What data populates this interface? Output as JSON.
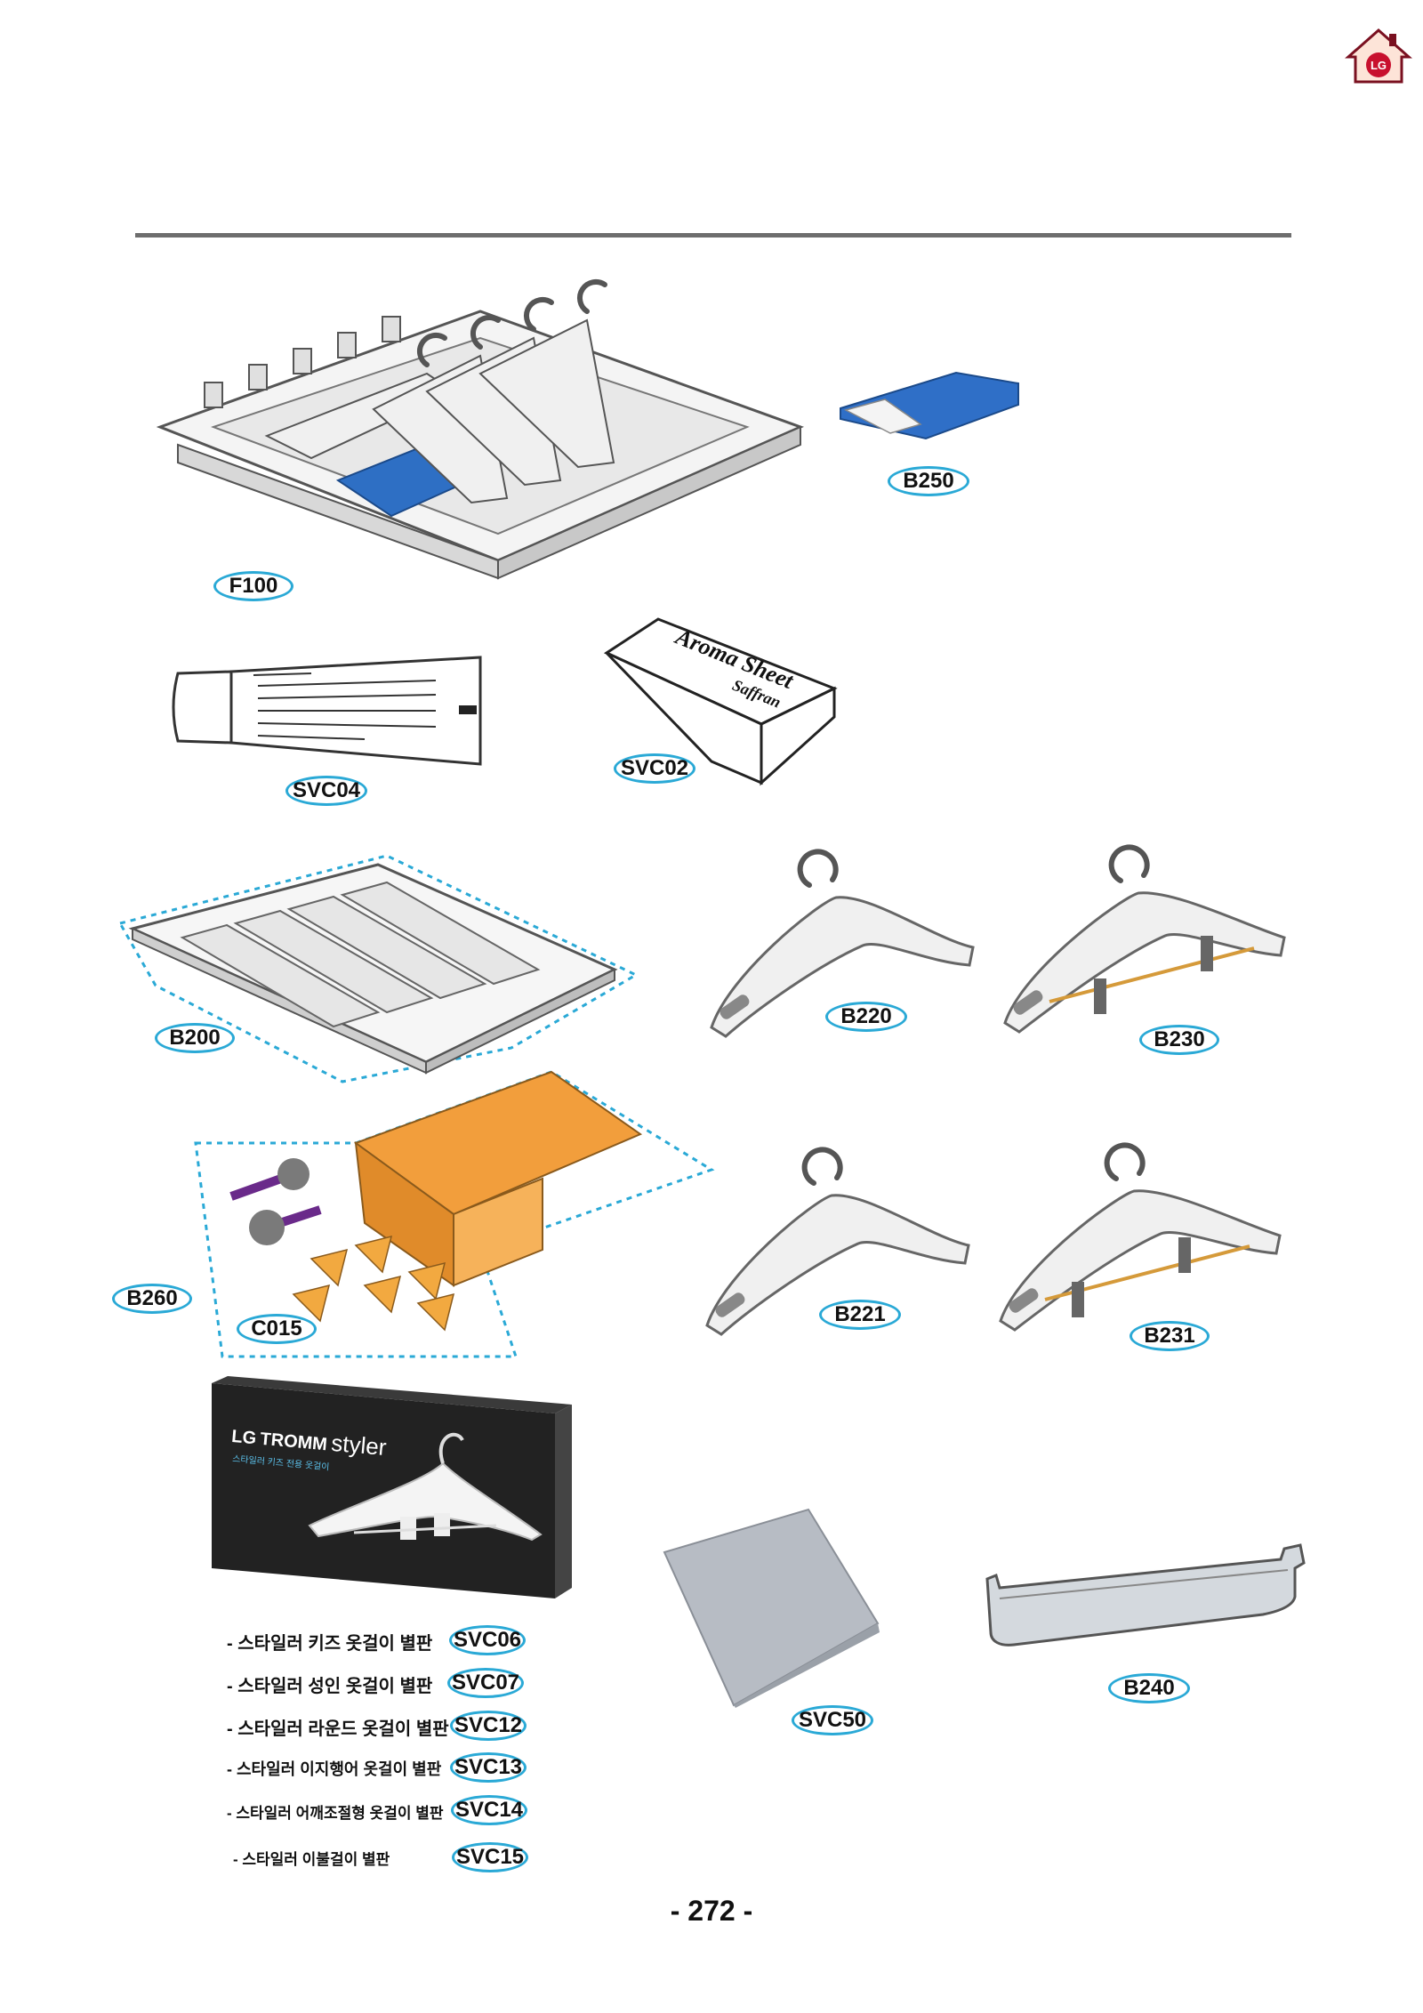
{
  "header": {
    "home_icon": "lg-home-icon",
    "brand_color": "#c8102e"
  },
  "callouts": {
    "f100": "F100",
    "b250": "B250",
    "svc04": "SVC04",
    "svc02": "SVC02",
    "b200": "B200",
    "b220": "B220",
    "b230": "B230",
    "b260": "B260",
    "c015": "C015",
    "b221": "B221",
    "b231": "B231",
    "svc50": "SVC50",
    "b240": "B240"
  },
  "aroma_sheet": {
    "title": "Aroma Sheet",
    "subtitle": "Saffran"
  },
  "product_box": {
    "brand_lg": "LG",
    "brand_tromm": "TROMM",
    "brand_styler": "styler",
    "caption": "스타일러 키즈 전용 옷걸이"
  },
  "legend": [
    {
      "text": "- 스타일러 키즈 옷걸이 별판",
      "code": "SVC06"
    },
    {
      "text": "- 스타일러 성인 옷걸이 별판",
      "code": "SVC07"
    },
    {
      "text": "- 스타일러 라운드 옷걸이 별판",
      "code": "SVC12"
    },
    {
      "text": "- 스타일러 이지행어 옷걸이 별판",
      "code": "SVC13"
    },
    {
      "text": "- 스타일러 어깨조절형 옷걸이 별판",
      "code": "SVC14"
    },
    {
      "text": "- 스타일러 이불걸이 별판",
      "code": "SVC15"
    }
  ],
  "page_number": "- 272 -"
}
